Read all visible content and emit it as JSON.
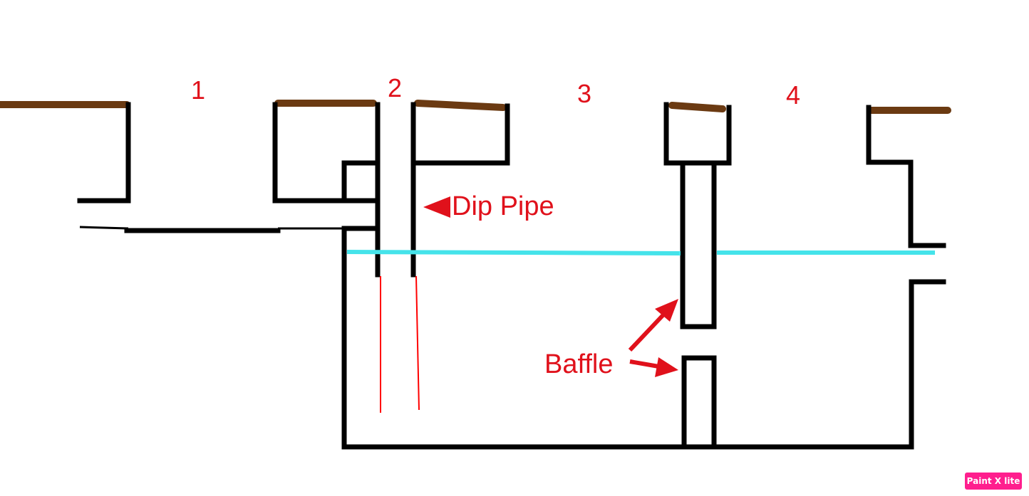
{
  "chambers": {
    "labels": [
      "1",
      "2",
      "3",
      "4"
    ]
  },
  "annotations": {
    "dip_pipe": "Dip Pipe",
    "baffle": "Baffle"
  },
  "watermark": {
    "text": "Paint X lite"
  },
  "colors": {
    "wall": "#000000",
    "soil": "#6b3a12",
    "water": "#45e3ea",
    "annotation": "#e0111b",
    "dip_pipe_extension": "#ff0000",
    "watermark_bg": "#ff1f8e"
  }
}
